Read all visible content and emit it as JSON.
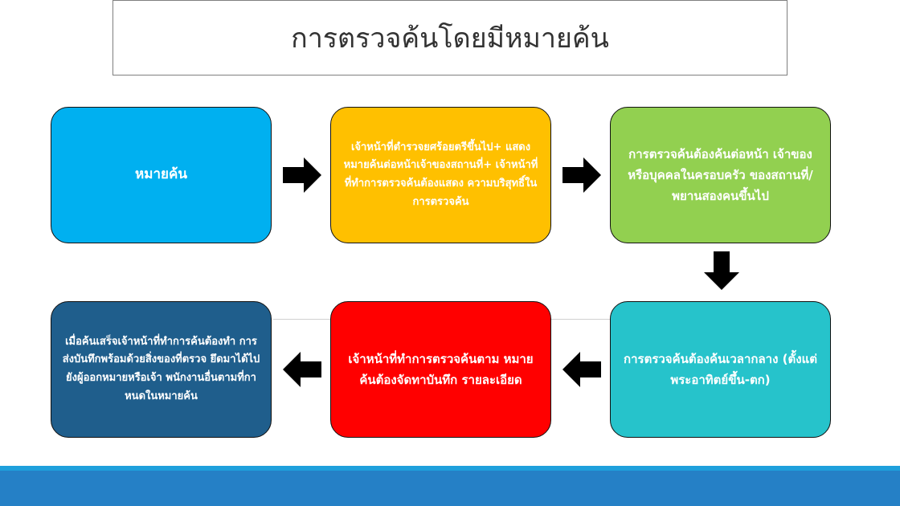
{
  "title": "การตรวจค้นโดยมีหมายค้น",
  "colors": {
    "step1": "#00b0f0",
    "step2": "#ffc000",
    "step3": "#92d050",
    "step4": "#26c3cb",
    "step5": "#ff0000",
    "step6": "#1f5e8c"
  },
  "steps": [
    {
      "text": "หมายค้น"
    },
    {
      "text": "เจ้าหน้าที่ตำรวจยศร้อยตรีขึ้นไป+ แสดงหมายค้นต่อหน้าเจ้าของสถานที่+ เจ้าหน้าที่ที่ทำการตรวจค้นต้องแสดง ความบริสุทธิ์ในการตรวจค้น"
    },
    {
      "text": "การตรวจค้นต้องค้นต่อหน้า เจ้าของหรือบุคคลในครอบครัว ของสถานที่/พยานสองคนขึ้นไป"
    },
    {
      "text": "การตรวจค้นต้องค้นเวลากลาง (ตั้งแต่พระอาทิตย์ขึ้น-ตก)"
    },
    {
      "text": "เจ้าหน้าที่ทำการตรวจค้นตาม หมายค้นต้องจัดทาบันทึก รายละเอียด"
    },
    {
      "text": "เมื่อค้นเสร็จเจ้าหน้าที่ทำการค้นต้องทำ การส่งบันทึกพร้อมด้วยสิ่งของที่ตรวจ ยึดมาได้ไปยังผู้ออกหมายหรือเจ้า พนักงานอื่นตามที่กาหนดในหมายค้น"
    }
  ]
}
